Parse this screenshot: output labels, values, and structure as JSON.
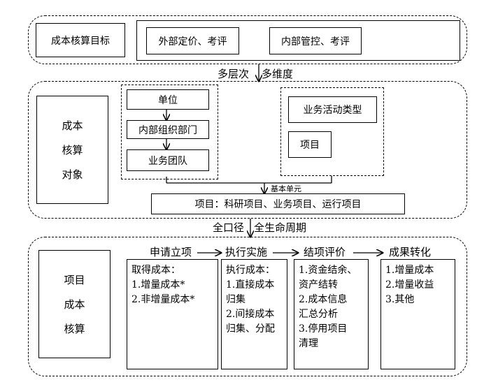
{
  "target": {
    "label": "成本核算目标",
    "item1": "外部定价、考评",
    "item2": "内部管控、考评"
  },
  "connector1": {
    "left": "多层次",
    "right": "多维度"
  },
  "objects": {
    "label_lines": [
      "成本",
      "核算",
      "对象"
    ],
    "unit": "单位",
    "dept": "内部组织部门",
    "team": "业务团队",
    "activity": "业务活动类型",
    "project": "项目",
    "basic_unit": "基本单元",
    "projects_line": "项目：科研项目、业务项目、运行项目"
  },
  "connector2": {
    "left": "全口径",
    "right": "全生命周期"
  },
  "accounting": {
    "label_lines": [
      "项目",
      "成本",
      "核算"
    ],
    "stages": [
      "申请立项",
      "执行实施",
      "结项评价",
      "成果转化"
    ],
    "col1": [
      "取得成本：",
      "1.增量成本*",
      "2.非增量成本*"
    ],
    "col2": [
      "执行成本：",
      "1.直接成本",
      "归集",
      "2.间接成本",
      "归集、分配"
    ],
    "col3": [
      "1.资金结余、",
      "资产结转",
      "2.成本信息",
      "汇总分析",
      "3.停用项目",
      "清理"
    ],
    "col4": [
      "1.增量成本",
      "2.增量收益",
      "3.其他"
    ]
  }
}
